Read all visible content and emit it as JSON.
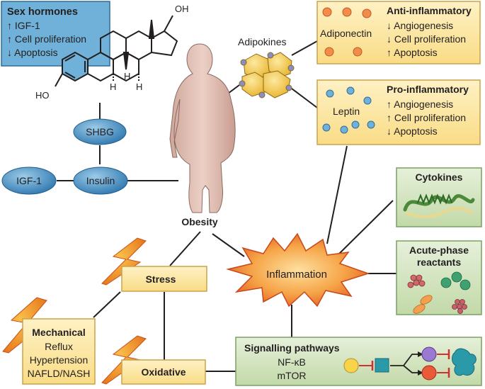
{
  "sex_hormones": {
    "title": "Sex hormones",
    "items": [
      "↑ IGF-1",
      "↑ Cell proliferation",
      "↓ Apoptosis"
    ]
  },
  "steroid": {
    "oh_top": "OH",
    "oh_left": "HO",
    "h_labels": [
      "H",
      "H",
      "H"
    ]
  },
  "shbg": "SHBG",
  "insulin": "Insulin",
  "igf1": "IGF-1",
  "obesity": "Obesity",
  "adipokines": "Adipokines",
  "anti_inflammatory": {
    "title": "Anti-inflammatory",
    "molecule": "Adiponectin",
    "items": [
      "↓ Angiogenesis",
      "↓ Cell proliferation",
      "↑ Apoptosis"
    ]
  },
  "pro_inflammatory": {
    "title": "Pro-inflammatory",
    "molecule": "Leptin",
    "items": [
      "↑ Angiogenesis",
      "↑ Cell proliferation",
      "↓ Apoptosis"
    ]
  },
  "cytokines": "Cytokines",
  "acute_phase": [
    "Acute-phase",
    "reactants"
  ],
  "inflammation": "Inflammation",
  "stress": "Stress",
  "mechanical": {
    "title": "Mechanical",
    "items": [
      "Reflux",
      "Hypertension",
      "NAFLD/NASH"
    ]
  },
  "oxidative": "Oxidative",
  "signalling": {
    "title": "Signalling pathways",
    "items": [
      "NF-κB",
      "mTOR"
    ]
  },
  "colors": {
    "blue_box": "#6fb1d9",
    "yellow_box": "#fce7a6",
    "green_box": "#d6e6c2",
    "ellipse_blue": "#3d87bd",
    "burst_orange": "#f08a2c",
    "body_skin": "#e3c1b6"
  }
}
